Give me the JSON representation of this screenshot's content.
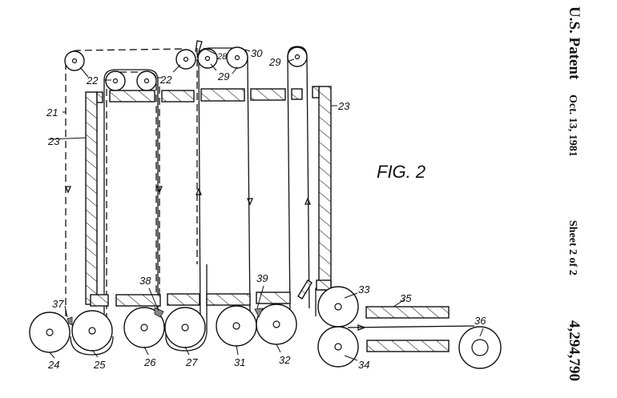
{
  "header": {
    "title": "U.S. Patent",
    "date": "Oct. 13, 1981",
    "sheet": "Sheet 2 of 2",
    "patent_number": "4,294,790"
  },
  "figure": {
    "label": "FIG. 2",
    "reference_numerals": [
      "21",
      "22",
      "22",
      "22",
      "23",
      "23",
      "24",
      "25",
      "26",
      "27",
      "28",
      "29",
      "29",
      "29",
      "30",
      "31",
      "32",
      "33",
      "34",
      "35",
      "36",
      "37",
      "38",
      "39"
    ]
  }
}
